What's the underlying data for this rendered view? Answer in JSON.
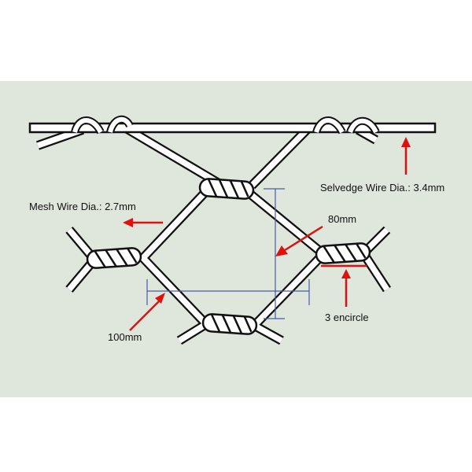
{
  "labels": {
    "selvedge": "Selvedge Wire Dia.: 3.4mm",
    "mesh": "Mesh Wire Dia.: 2.7mm",
    "height": "80mm",
    "width": "100mm",
    "twist": "3 encircle"
  },
  "colors": {
    "background": "#dfe6dc",
    "wire": "#ffffff",
    "outline": "#111111",
    "arrow": "#e01010",
    "dimension": "#4a5aa8"
  }
}
